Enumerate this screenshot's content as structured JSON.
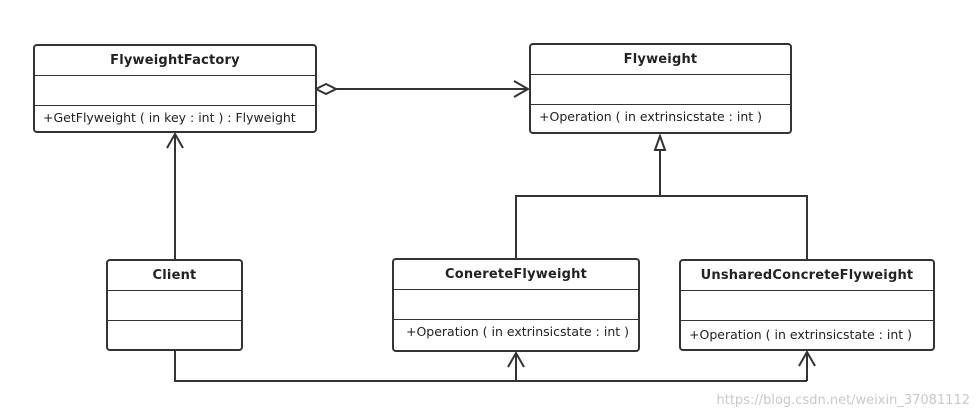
{
  "classes": {
    "flyweight_factory": {
      "name": "FlyweightFactory",
      "operation": "+GetFlyweight ( in key : int )  : Flyweight"
    },
    "flyweight": {
      "name": "Flyweight",
      "operation": "+Operation ( in extrinsicstate : int )"
    },
    "client": {
      "name": "Client",
      "operation": ""
    },
    "concrete_flyweight": {
      "name": "ConereteFlyweight",
      "operation": " +Operation ( in extrinsicstate : int )"
    },
    "unshared_concrete_flyweight": {
      "name": "UnsharedConcreteFlyweight",
      "operation": "+Operation ( in extrinsicstate : int )"
    }
  },
  "relationships": [
    {
      "type": "aggregation",
      "from": "FlyweightFactory",
      "to": "Flyweight"
    },
    {
      "type": "association",
      "from": "Client",
      "to": "FlyweightFactory"
    },
    {
      "type": "association",
      "from": "Client",
      "to": "ConereteFlyweight"
    },
    {
      "type": "association",
      "from": "Client",
      "to": "UnsharedConcreteFlyweight"
    },
    {
      "type": "generalization",
      "from": "ConereteFlyweight",
      "to": "Flyweight"
    },
    {
      "type": "generalization",
      "from": "UnsharedConcreteFlyweight",
      "to": "Flyweight"
    }
  ],
  "watermark": "https://blog.csdn.net/weixin_37081112"
}
